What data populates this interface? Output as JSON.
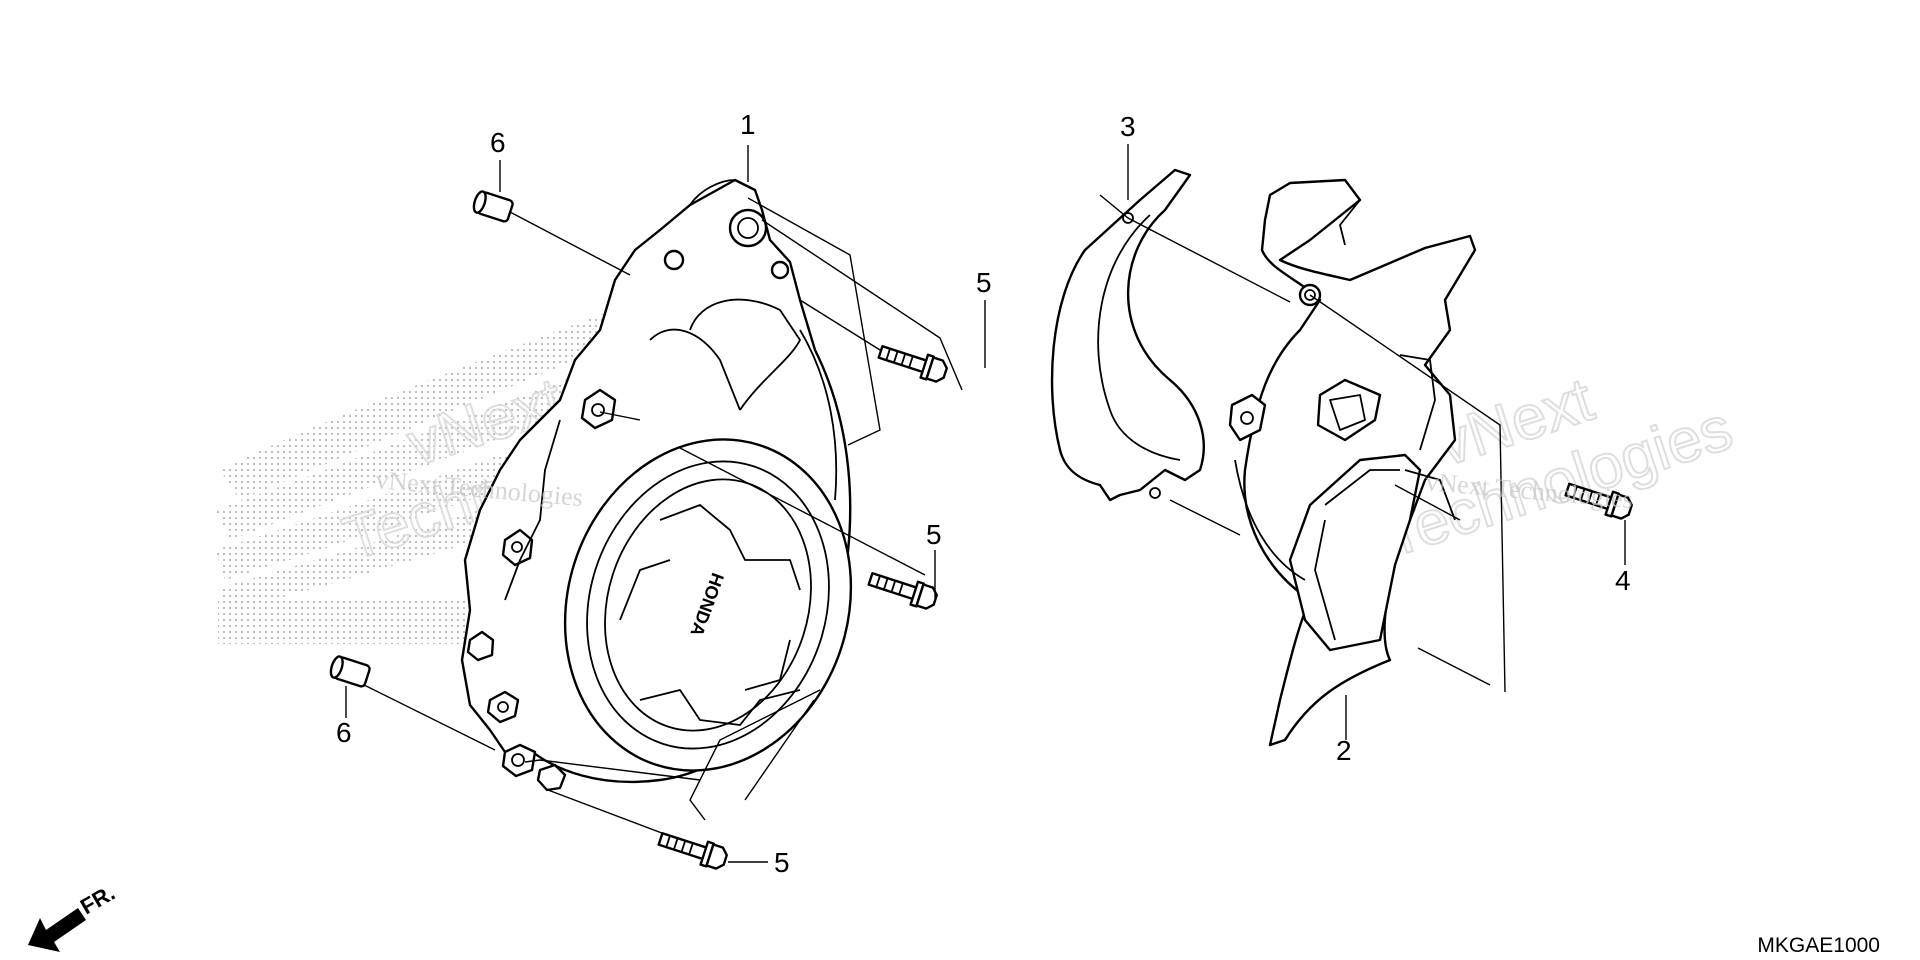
{
  "diagram": {
    "code": "MKGAE1000",
    "front_label": "FR.",
    "emblem_text": "HONDA",
    "watermark_lines": [
      "vNext Technologies",
      "vNext Technologies"
    ],
    "watermark_big": [
      "vNext",
      "Technologies",
      "vNext",
      "Technologies"
    ],
    "callouts": [
      "1",
      "2",
      "3",
      "4",
      "5",
      "5",
      "5",
      "6",
      "6"
    ]
  },
  "colors": {
    "line": "#000000",
    "background": "#ffffff",
    "watermark": "#c8c8c8"
  },
  "icons": [
    "front-direction-arrow-icon"
  ]
}
